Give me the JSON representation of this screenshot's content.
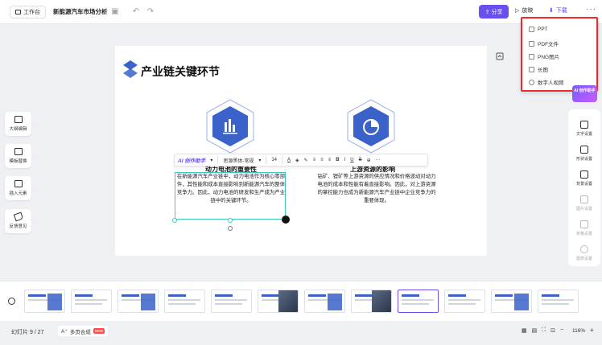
{
  "topbar": {
    "workspace_label": "工作台",
    "doc_title": "新能源汽车市场分析",
    "share_label": "分享",
    "play_label": "放映",
    "download_label": "下载",
    "more_label": "···"
  },
  "download_menu": {
    "items": [
      {
        "label": "PPT",
        "icon": "ppt-file-icon"
      },
      {
        "label": "PDF文件",
        "icon": "pdf-file-icon"
      },
      {
        "label": "PNG图片",
        "icon": "image-icon"
      },
      {
        "label": "长图",
        "icon": "long-image-icon"
      },
      {
        "label": "数字人视频",
        "icon": "digital-human-icon"
      }
    ]
  },
  "left_tools": [
    {
      "label": "大纲编辑",
      "icon": "outline-icon"
    },
    {
      "label": "模板替换",
      "icon": "template-icon"
    },
    {
      "label": "插入元素",
      "icon": "insert-icon"
    },
    {
      "label": "反馈意见",
      "icon": "feedback-icon"
    }
  ],
  "slide": {
    "title": "产业链关键环节",
    "left_subtitle": "动力电池的重要性",
    "left_paragraph": "在新能源汽车产业链中，动力电池作为核心零部件，其性能和成本直接影响到新能源汽车的整体竞争力。因此，动力电池的研发和生产成为产业链中的关键环节。",
    "right_subtitle": "上游资源的影响",
    "right_paragraph": "钴矿、锂矿等上游资源的供应情况和价格波动对动力电池的成本和性能有着直接影响。因此，对上游资源的掌控能力也成为新能源汽车产业链中企业竞争力的重要体现。"
  },
  "text_toolbar": {
    "ai_label": "AI 创作助手",
    "font_name": "思源黑体-常规",
    "font_size": "14"
  },
  "right_tools": [
    {
      "label": "文字设置",
      "icon": "text-settings-icon",
      "enabled": true
    },
    {
      "label": "形状设置",
      "icon": "shape-settings-icon",
      "enabled": true
    },
    {
      "label": "背景设置",
      "icon": "background-settings-icon",
      "enabled": true
    },
    {
      "label": "图片设置",
      "icon": "image-settings-icon",
      "enabled": false
    },
    {
      "label": "表格设置",
      "icon": "table-settings-icon",
      "enabled": false
    },
    {
      "label": "图表设置",
      "icon": "chart-settings-icon",
      "enabled": false
    }
  ],
  "ai_badge_label": "AI 创作助手",
  "footer": {
    "page_indicator": "幻灯片 9 / 27",
    "multi_page_label": "多页合成",
    "new_badge": "NEW",
    "zoom_level": "116%"
  },
  "colors": {
    "accent": "#6a4ff0",
    "icon_blue": "#3a62c9",
    "highlight_red": "#ee2a2a",
    "selection_teal": "#3ccabf"
  }
}
